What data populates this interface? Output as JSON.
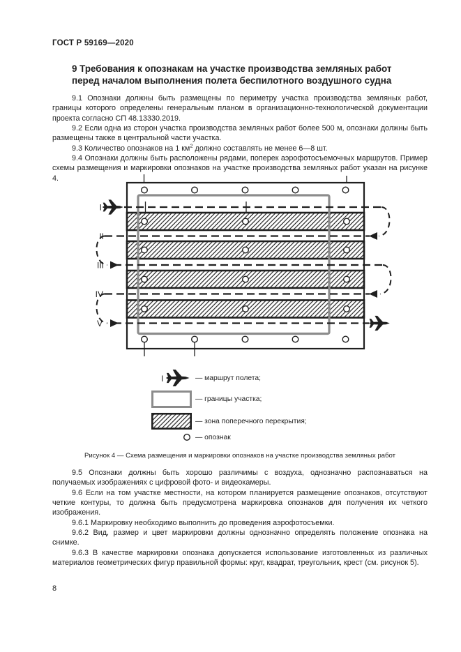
{
  "colors": {
    "ink": "#1f1f1f",
    "boundary_gray": "#8c8c8c",
    "paper": "#ffffff"
  },
  "header": {
    "doc_code": "ГОСТ Р 59169—2020"
  },
  "section": {
    "heading_line1": "9 Требования к опознакам на участке производства земляных работ",
    "heading_line2": "перед началом выполнения полета беспилотного воздушного судна"
  },
  "paragraphs": {
    "p_9_1": "9.1 Опознаки должны быть размещены по периметру участка производства земляных работ, границы которого определены генеральным планом в организационно-технологической документации проекта согласно СП 48.13330.2019.",
    "p_9_2": "9.2 Если одна из сторон участка производства земляных работ более 500 м, опознаки должны быть размещены также в центральной части участка.",
    "p_9_3_prefix": "9.3 Количество опознаков на 1 км",
    "p_9_3_sup": "2",
    "p_9_3_suffix": " должно составлять не менее 6—8 шт.",
    "p_9_4": "9.4 Опознаки должны быть расположены рядами, поперек аэрофотосъемочных маршрутов. Пример схемы размещения и маркировки опознаков на участке производства земляных работ указан на рисунке 4.",
    "p_9_5": "9.5 Опознаки должны быть хорошо различимы с воздуха, однозначно распознаваться на получаемых изображениях с цифровой фото- и видеокамеры.",
    "p_9_6": "9.6 Если на том участке местности, на котором планируется размещение опознаков, отсутствуют четкие контуры, то должна быть предусмотрена маркировка опознаков для получения их четкого изображения.",
    "p_9_6_1": "9.6.1 Маркировку необходимо выполнить до проведения аэрофотосъемки.",
    "p_9_6_2": "9.6.2 Вид, размер и цвет маркировки должны однозначно определять положение опознака на снимке.",
    "p_9_6_3": "9.6.3 В качестве маркировки опознака допускается использование изготовленных из различных материалов геометрических фигур правильной формы: круг, квадрат, треугольник, крест (см. рисунок 5)."
  },
  "figure": {
    "route_labels": [
      "I",
      "II",
      "III",
      "IV",
      "V"
    ],
    "legend": {
      "flight_route": "— маршрут полета;",
      "site_boundary": "— границы участка;",
      "overlap_zone": "— зона поперечного перекрытия;",
      "marker": "— опознак"
    },
    "caption": "Рисунок 4 — Схема размещения и маркировки опознаков на участке производства земляных работ"
  },
  "page_number": "8"
}
